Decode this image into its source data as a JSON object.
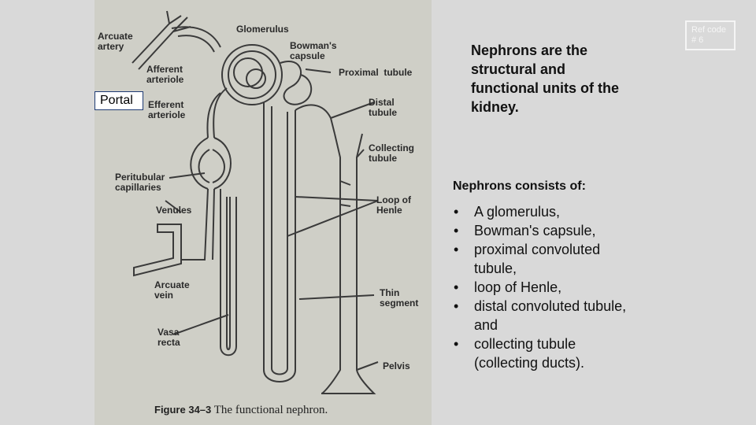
{
  "figure": {
    "labels": {
      "arcuate_artery": "Arcuate\nartery",
      "glomerulus": "Glomerulus",
      "bowmans_capsule": "Bowman's\ncapsule",
      "afferent_arteriole": "Afferent\narteriole",
      "proximal_tubule": "Proximal  tubule",
      "efferent_arteriole": "Efferent\narteriole",
      "distal_tubule": "Distal\ntubule",
      "collecting_tubule": "Collecting\ntubule",
      "peritubular_capillaries": "Peritubular\ncapillaries",
      "loop_of_henle": "Loop of\nHenle",
      "venules": "Venules",
      "arcuate_vein": "Arcuate\nvein",
      "thin_segment": "Thin\nsegment",
      "vasa_recta": "Vasa\nrecta",
      "pelvis": "Pelvis"
    },
    "caption_number": "Figure 34–3",
    "caption_text": "The functional nephron."
  },
  "portal_label": "Portal",
  "heading": "Nephrons are the structural and functional units of the kidney.",
  "list_heading": "Nephrons consists of:",
  "parts": [
    "A  glomerulus,",
    " Bowman's capsule,",
    " proximal convoluted tubule,",
    "loop of Henle,",
    " distal convoluted tubule, and",
    "collecting tubule (collecting ducts)."
  ],
  "ref_code": "Ref code\n# 6"
}
